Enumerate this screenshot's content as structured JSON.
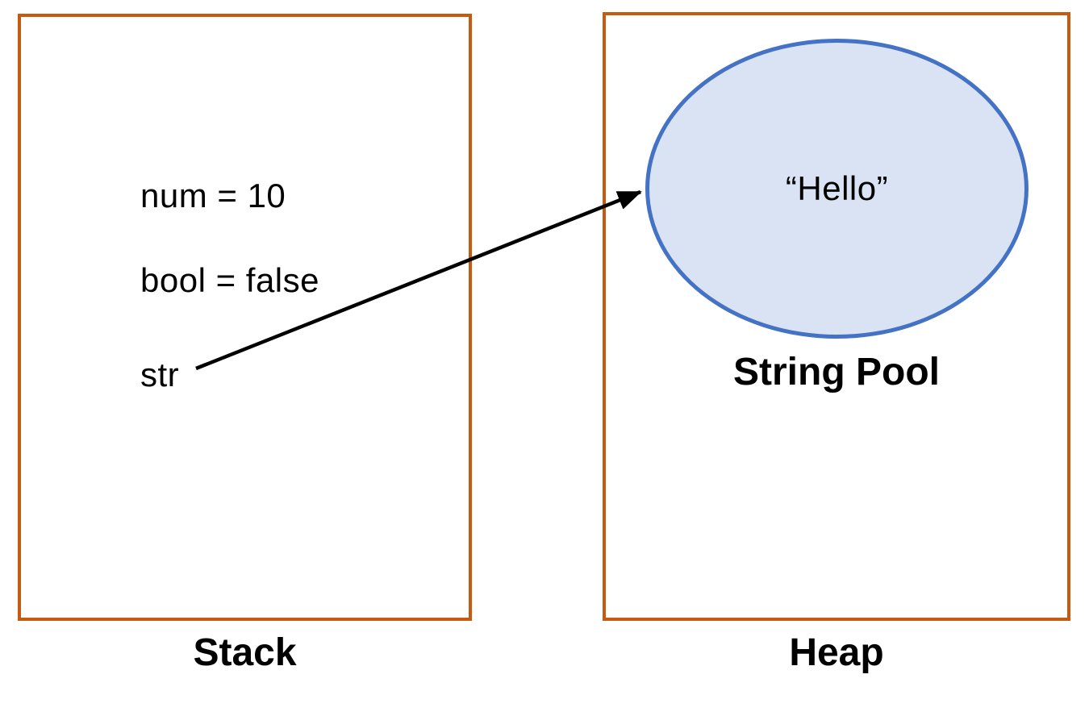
{
  "stack": {
    "label": "Stack",
    "variables": [
      "num = 10",
      "bool = false",
      "str"
    ]
  },
  "heap": {
    "label": "Heap",
    "string_pool": {
      "label": "String Pool",
      "value": "“Hello”"
    }
  },
  "arrow": {
    "from": "str",
    "to": "string_pool"
  },
  "colors": {
    "box_border": "#c55a11",
    "ellipse_border": "#4472c4",
    "ellipse_fill": "#dae3f3",
    "arrow": "#000000",
    "text": "#000000",
    "background": "#ffffff"
  }
}
